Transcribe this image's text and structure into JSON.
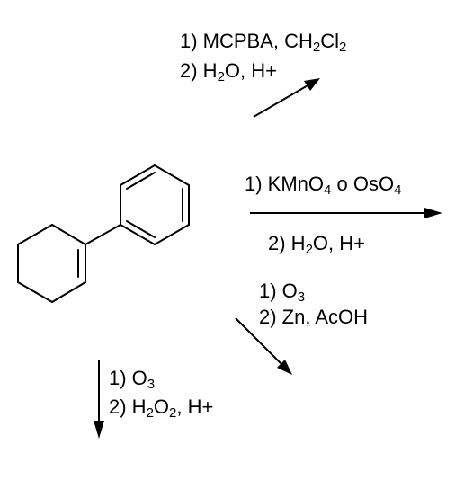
{
  "molecule": {
    "name": ""
  },
  "reactions": {
    "mcpba": {
      "step1": {
        "pre": "1) MCPBA, CH",
        "s1": "2",
        "mid": "Cl",
        "s2": "2",
        "post": ""
      },
      "step2": {
        "pre": "2) H",
        "s1": "2",
        "post": "O, H+"
      }
    },
    "permanganate": {
      "step1": {
        "pre": "1) KMnO",
        "s1": "4",
        "mid": " o OsO",
        "s2": "4"
      },
      "step2": {
        "pre": "2) H",
        "s1": "2",
        "post": "O, H+"
      }
    },
    "ozonolysis_reductive": {
      "step1": {
        "pre": "1) O",
        "s1": "3"
      },
      "step2": {
        "text": "2) Zn, AcOH"
      }
    },
    "ozonolysis_oxidative": {
      "step1": {
        "pre": "1) O",
        "s1": "3"
      },
      "step2": {
        "pre": "2) H",
        "s1": "2",
        "mid": "O",
        "s2": "2",
        "post": ", H+"
      }
    }
  },
  "colors": {
    "ink": "#000000",
    "background": "#ffffff"
  }
}
